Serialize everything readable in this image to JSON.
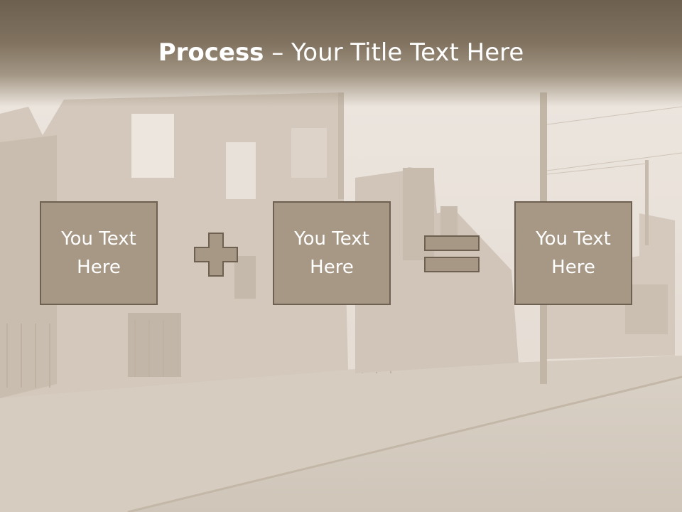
{
  "slide": {
    "title_bold": "Process",
    "title_rest": " – Your Title Text Here"
  },
  "process": {
    "boxes": [
      {
        "label": "You Text Here"
      },
      {
        "label": "You Text Here"
      },
      {
        "label": "You Text Here"
      }
    ]
  },
  "colors": {
    "box_fill": "#a79785",
    "box_border": "#6e6152",
    "title_band": "#7a6d5b",
    "text": "#ffffff"
  },
  "icons": {
    "plus": "plus-icon",
    "equals": "equals-icon"
  }
}
